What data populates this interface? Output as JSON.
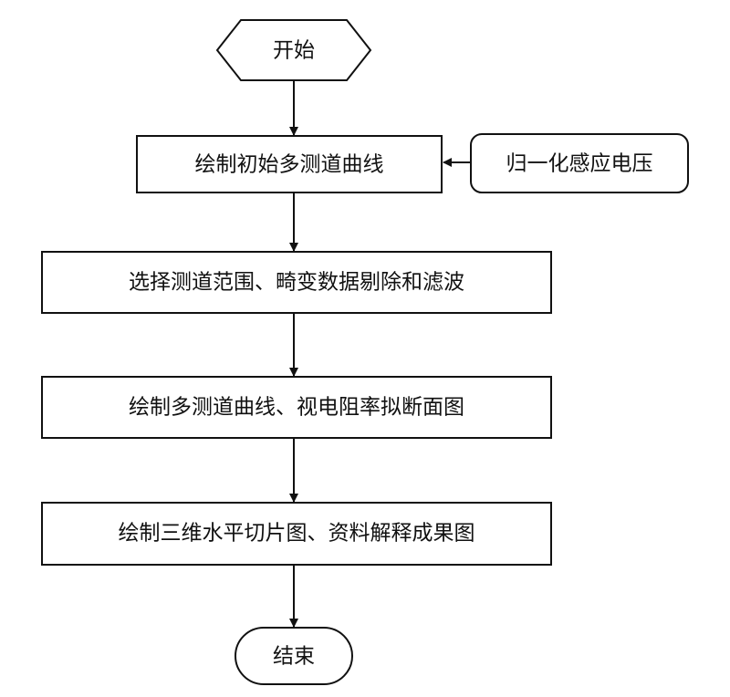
{
  "flowchart": {
    "start_label": "开始",
    "step1_label": "绘制初始多测道曲线",
    "side_input_label": "归一化感应电压",
    "step2_label": "选择测道范围、畸变数据剔除和滤波",
    "step3_label": "绘制多测道曲线、视电阻率拟断面图",
    "step4_label": "绘制三维水平切片图、资料解释成果图",
    "end_label": "结束"
  },
  "colors": {
    "stroke": "#111111",
    "background": "#ffffff"
  }
}
